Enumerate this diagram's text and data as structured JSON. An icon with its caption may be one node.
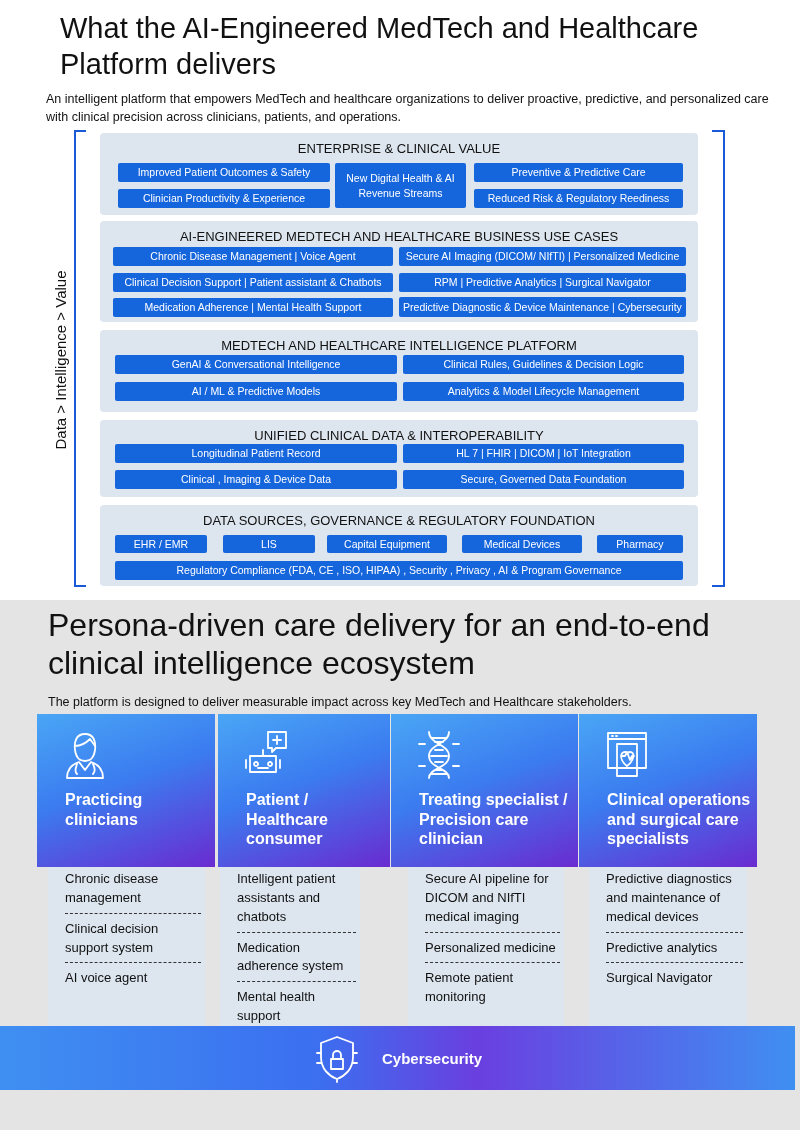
{
  "diagram": {
    "title": "What the AI-Engineered MedTech and Healthcare Platform delivers",
    "nodes": [
      {
        "text": [
          "ENTERPRISE & CLINICAL VALUE"
        ]
      },
      {
        "text": [
          "Improved Patient Outcomes & Safety"
        ],
        "in": 0
      },
      {
        "text": [
          "New Digital  Health & AI Revenue Streams"
        ],
        "in": 0
      },
      {
        "text": [
          "Preventive & Predictive Care"
        ],
        "in": 0
      },
      {
        "text": [
          "Clinician Productivity & Experience"
        ],
        "in": 0
      },
      {
        "text": [
          "Reduced Risk & Regulatory Reediness"
        ],
        "in": 0
      },
      {
        "text": [
          "AI-ENGINEERED MEDTECH AND HEALTHCARE BUSINESS USE CASES"
        ]
      },
      {
        "text": [
          "Chronic Disease Management | Voice Agent"
        ],
        "in": 6
      },
      {
        "text": [
          "Secure AI Imaging (DICOM/ NIfTI) | Personalized Medicine"
        ],
        "in": 6
      },
      {
        "text": [
          "Clinical Decision Support | Patient assistant & Chatbots"
        ],
        "in": 6
      },
      {
        "text": [
          "RPM | Predictive Analytics | Surgical Navigator"
        ],
        "in": 6
      },
      {
        "text": [
          "Medication Adherence | Mental Health Support"
        ],
        "in": 6
      },
      {
        "text": [
          "Predictive Diagnostic & Device Maintenance | Cybersecurity"
        ],
        "in": 6
      },
      {
        "text": [
          "MEDTECH AND HEALTHCARE INTELLIGENCE PLATFORM"
        ]
      },
      {
        "text": [
          "GenAI & Conversational Intelligence"
        ],
        "in": 13
      },
      {
        "text": [
          "Clinical Rules, Guidelines & Decision Logic"
        ],
        "in": 13
      },
      {
        "text": [
          "AI / ML & Predictive Models"
        ],
        "in": 13
      },
      {
        "text": [
          "Analytics & Model Lifecycle Management"
        ],
        "in": 13
      },
      {
        "text": [
          "UNIFIED CLINICAL DATA & INTEROPERABILITY"
        ]
      },
      {
        "text": [
          "Longitudinal Patient Record"
        ],
        "in": 18
      },
      {
        "text": [
          "HL 7 | FHIR | DICOM | IoT Integration"
        ],
        "in": 18
      },
      {
        "text": [
          "Clinical , Imaging & Device Data"
        ],
        "in": 18
      },
      {
        "text": [
          "Secure, Governed Data Foundation"
        ],
        "in": 18
      },
      {
        "text": [
          "DATA SOURCES, GOVERNANCE & REGULATORY FOUNDATION"
        ]
      },
      {
        "text": [
          "EHR / EMR"
        ],
        "in": 23
      },
      {
        "text": [
          "LIS"
        ],
        "in": 23
      },
      {
        "text": [
          "Capital Equipment"
        ],
        "in": 23
      },
      {
        "text": [
          "Medical Devices"
        ],
        "in": 23
      },
      {
        "text": [
          "Pharmacy"
        ],
        "in": 23
      },
      {
        "text": [
          "Regulatory Compliance  (FDA, CE , ISO, HIPAA) , Security , Privacy , AI & Program Governance"
        ],
        "in": 23
      },
      {
        "text": [
          "Practicing clinicians",
          "Chronic disease management",
          "Clinical decision support system",
          "AI voice agent"
        ]
      },
      {
        "text": [
          "Patient / Healthcare consumer",
          "Intelligent patient assistants and chatbots",
          "Medication adherence system",
          "Mental health support"
        ]
      },
      {
        "text": [
          "Treating specialist / Precision care clinician",
          "Secure AI pipeline for DICOM and NIfTI medical imaging",
          "Personalized medicine",
          "Remote patient monitoring"
        ]
      },
      {
        "text": [
          "Clinical operations and surgical care specialists",
          "Predictive diagnostics and maintenance of medical devices",
          "Predictive analytics",
          "Surgical Navigator"
        ]
      },
      {
        "text": [
          "Cybersecurity"
        ]
      }
    ],
    "edges": [],
    "labels": [
      "An intelligent platform that empowers MedTech and healthcare organizations to deliver proactive, predictive, and personalized care with clinical precision across clinicians, patients, and operations.",
      "Data > Intelligence > Value",
      "Persona-driven care delivery for an end-to-end clinical intelligence ecosystem",
      "The platform is designed to deliver measurable impact across key MedTech and Healthcare stakeholders."
    ]
  }
}
